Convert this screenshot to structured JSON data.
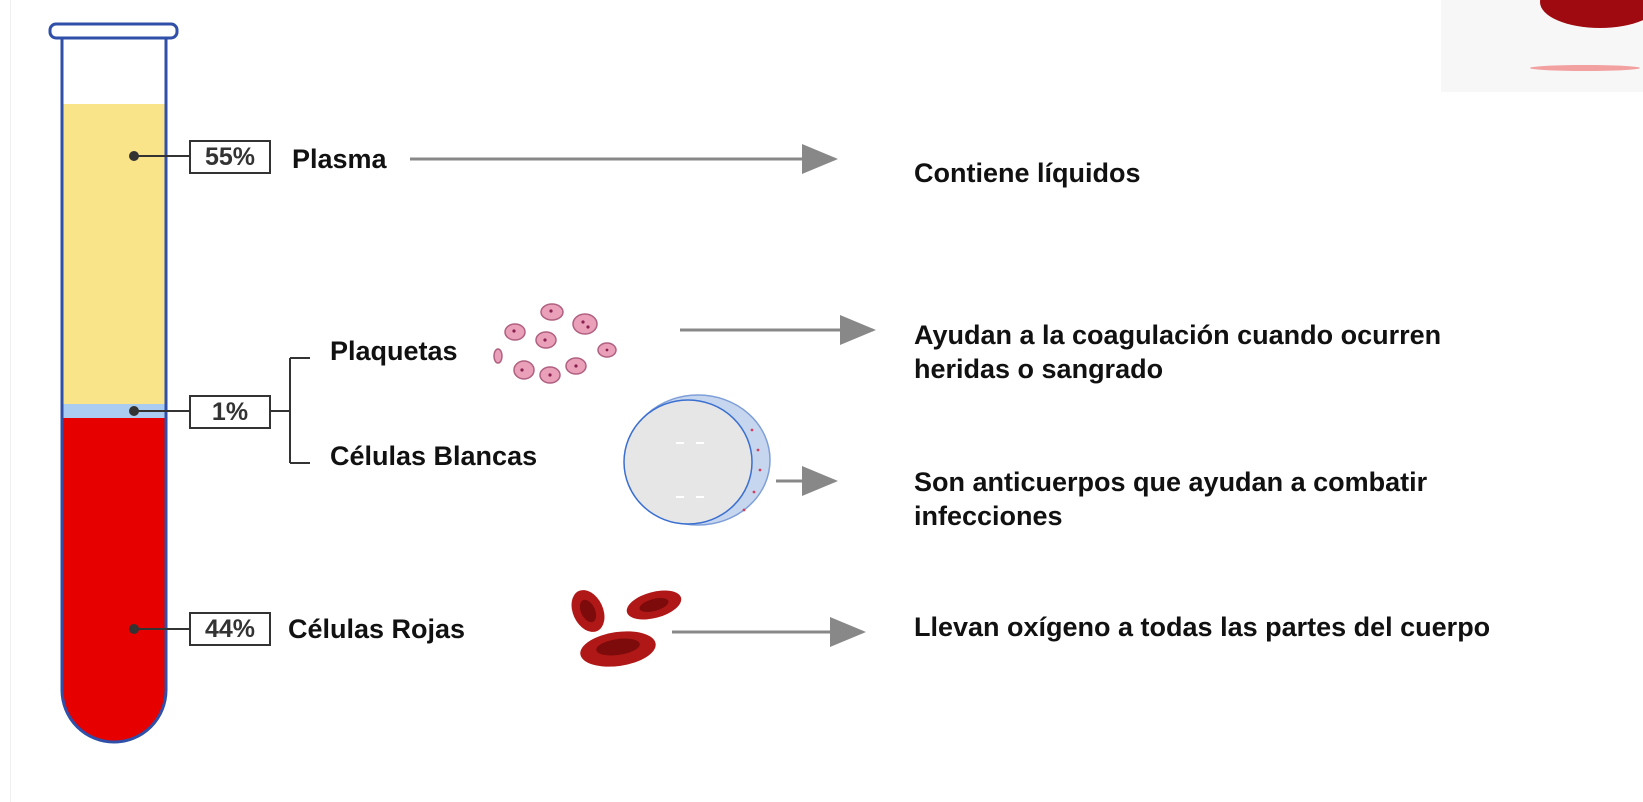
{
  "components": [
    {
      "id": "plasma",
      "percent": "55%",
      "label": "Plasma",
      "description": "Contiene líquidos"
    },
    {
      "id": "plaquetas",
      "label": "Plaquetas",
      "description": "Ayudan a la coagulación cuando ocurren heridas o sangrado"
    },
    {
      "id": "blancas",
      "percent": "1%",
      "label": "Células Blancas",
      "description": "Son anticuerpos que ayudan a  combatir infecciones"
    },
    {
      "id": "rojas",
      "percent": "44%",
      "label": "Células Rojas",
      "description": "Llevan oxígeno a todas las partes del cuerpo"
    }
  ],
  "colors": {
    "plasma": "#f9e48a",
    "buffy_coat": "#a9ccf0",
    "red_cells": "#e60000",
    "tube_outline": "#2f4fa8",
    "arrow": "#888888",
    "platelet": "#e9a0b8",
    "white_cell": "#e6e6e6",
    "red_cell_icon": "#a31515"
  }
}
